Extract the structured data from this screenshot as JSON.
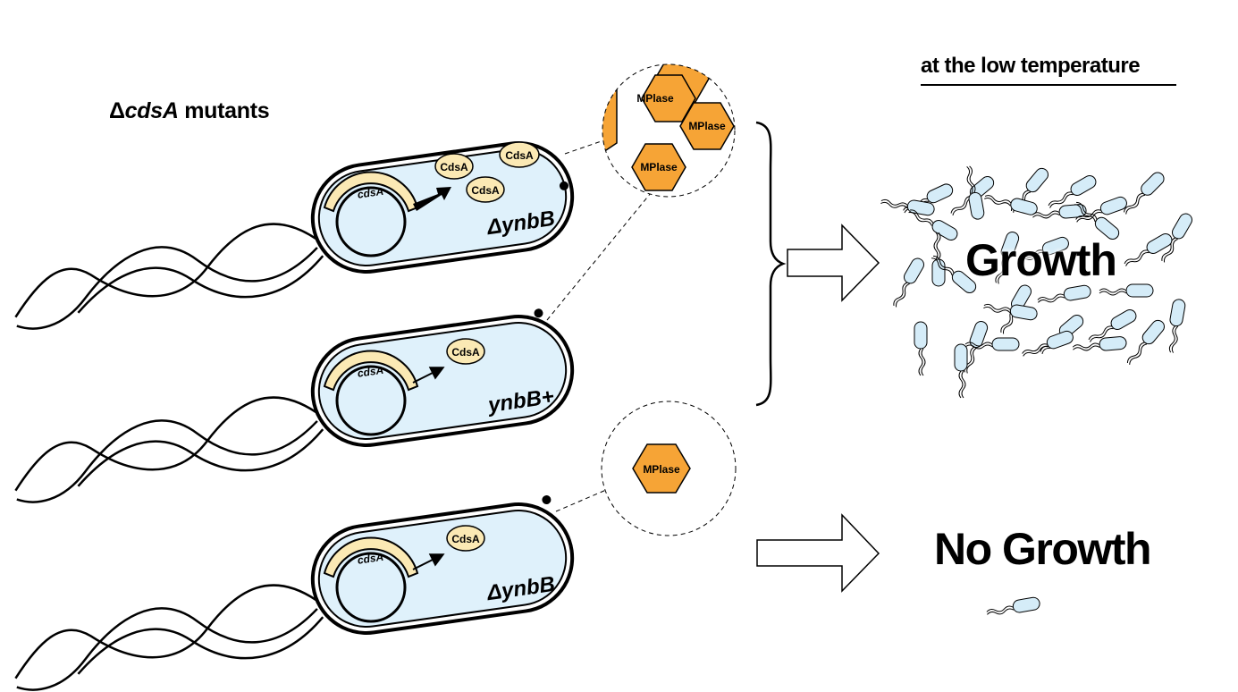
{
  "header": {
    "condition": "at the low temperature"
  },
  "mutants_label": {
    "prefix": "Δ",
    "gene": "cdsA",
    "suffix": " mutants"
  },
  "cells": [
    {
      "name": "ΔynbB",
      "plasmid_gene": "cdsA",
      "proteins": [
        "CdsA",
        "CdsA",
        "CdsA"
      ],
      "expression": "high"
    },
    {
      "name": "ynbB+",
      "plasmid_gene": "cdsA",
      "proteins": [
        "CdsA"
      ],
      "expression": "normal"
    },
    {
      "name": "ΔynbB",
      "plasmid_gene": "cdsA",
      "proteins": [
        "CdsA"
      ],
      "expression": "normal"
    }
  ],
  "zoom_circles": [
    {
      "lipid": "MPlase",
      "count_labeled": 3
    },
    {
      "lipid": "MPlase",
      "count_labeled": 1
    }
  ],
  "outcomes": {
    "growth": "Growth",
    "no_growth": "No Growth"
  },
  "colors": {
    "cell_fill": "#dff1fb",
    "cdsa_fill": "#fbe9b4",
    "mplase_fill": "#f6a436",
    "line": "#000000"
  }
}
